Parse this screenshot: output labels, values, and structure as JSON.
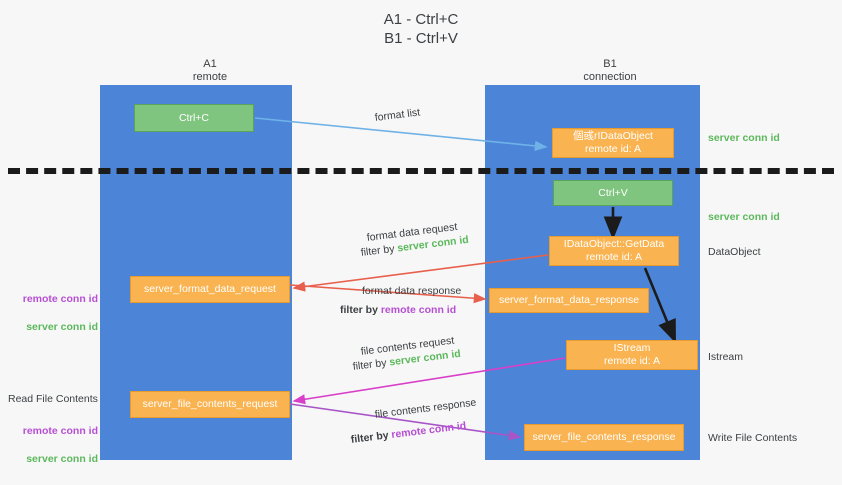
{
  "title": "A1 - Ctrl+C\nB1 - Ctrl+V",
  "lanes": [
    {
      "name": "A1",
      "sub": "remote",
      "header": "A1\nremote"
    },
    {
      "name": "B1",
      "sub": "connection",
      "header": "B1\nconnection"
    }
  ],
  "boxes": {
    "ctrl_c": "Ctrl+C",
    "idataobject": "個彧rIDataObject\nremote id: A",
    "ctrl_v": "Ctrl+V",
    "getdata": "IDataObject::GetData\nremote id: A",
    "istream": "IStream\nremote id: A",
    "server_format_data_request": "server_format_data_request",
    "server_format_data_response": "server_format_data_response",
    "server_file_contents_request": "server_file_contents_request",
    "server_file_contents_response": "server_file_contents_response"
  },
  "arrow_labels": {
    "format_list": "format list",
    "format_data_request": "format data request",
    "format_data_request_filter_prefix": "filter by ",
    "format_data_request_filter_value": "server conn id",
    "format_data_response": "format data response",
    "format_data_response_filter_prefix": "filter by ",
    "format_data_response_filter_value": "remote conn id",
    "file_contents_request": "file contents request",
    "file_contents_request_filter_prefix": "filter by ",
    "file_contents_request_filter_value": "server conn id",
    "file_contents_response": "file contents response",
    "file_contents_response_filter_prefix": "filter by ",
    "file_contents_response_filter_value": "remote conn id"
  },
  "annotations": {
    "server_conn_id_top": "server conn id",
    "server_conn_id_mid": "server conn id",
    "dataobject": "DataObject",
    "istream": "Istream",
    "write_file_contents": "Write File Contents",
    "read_file_contents": "Read File Contents",
    "left_remote_conn_id": "remote conn id",
    "left_server_conn_id": "server conn id",
    "left_remote_conn_id_2": "remote conn id",
    "left_server_conn_id_2": "server conn id"
  },
  "colors": {
    "lane": "#4c85d8",
    "green_box": "#7fc57f",
    "orange_box": "#f9b350",
    "remote_conn_id": "#b74fd4",
    "server_conn_id": "#5cb85c",
    "arrow_blue": "#6fb2e8",
    "arrow_red": "#e8604c",
    "arrow_magenta": "#d93fc8",
    "arrow_purple": "#a855c8",
    "arrow_black": "#1b1b1b",
    "background": "#f7f7f7"
  }
}
